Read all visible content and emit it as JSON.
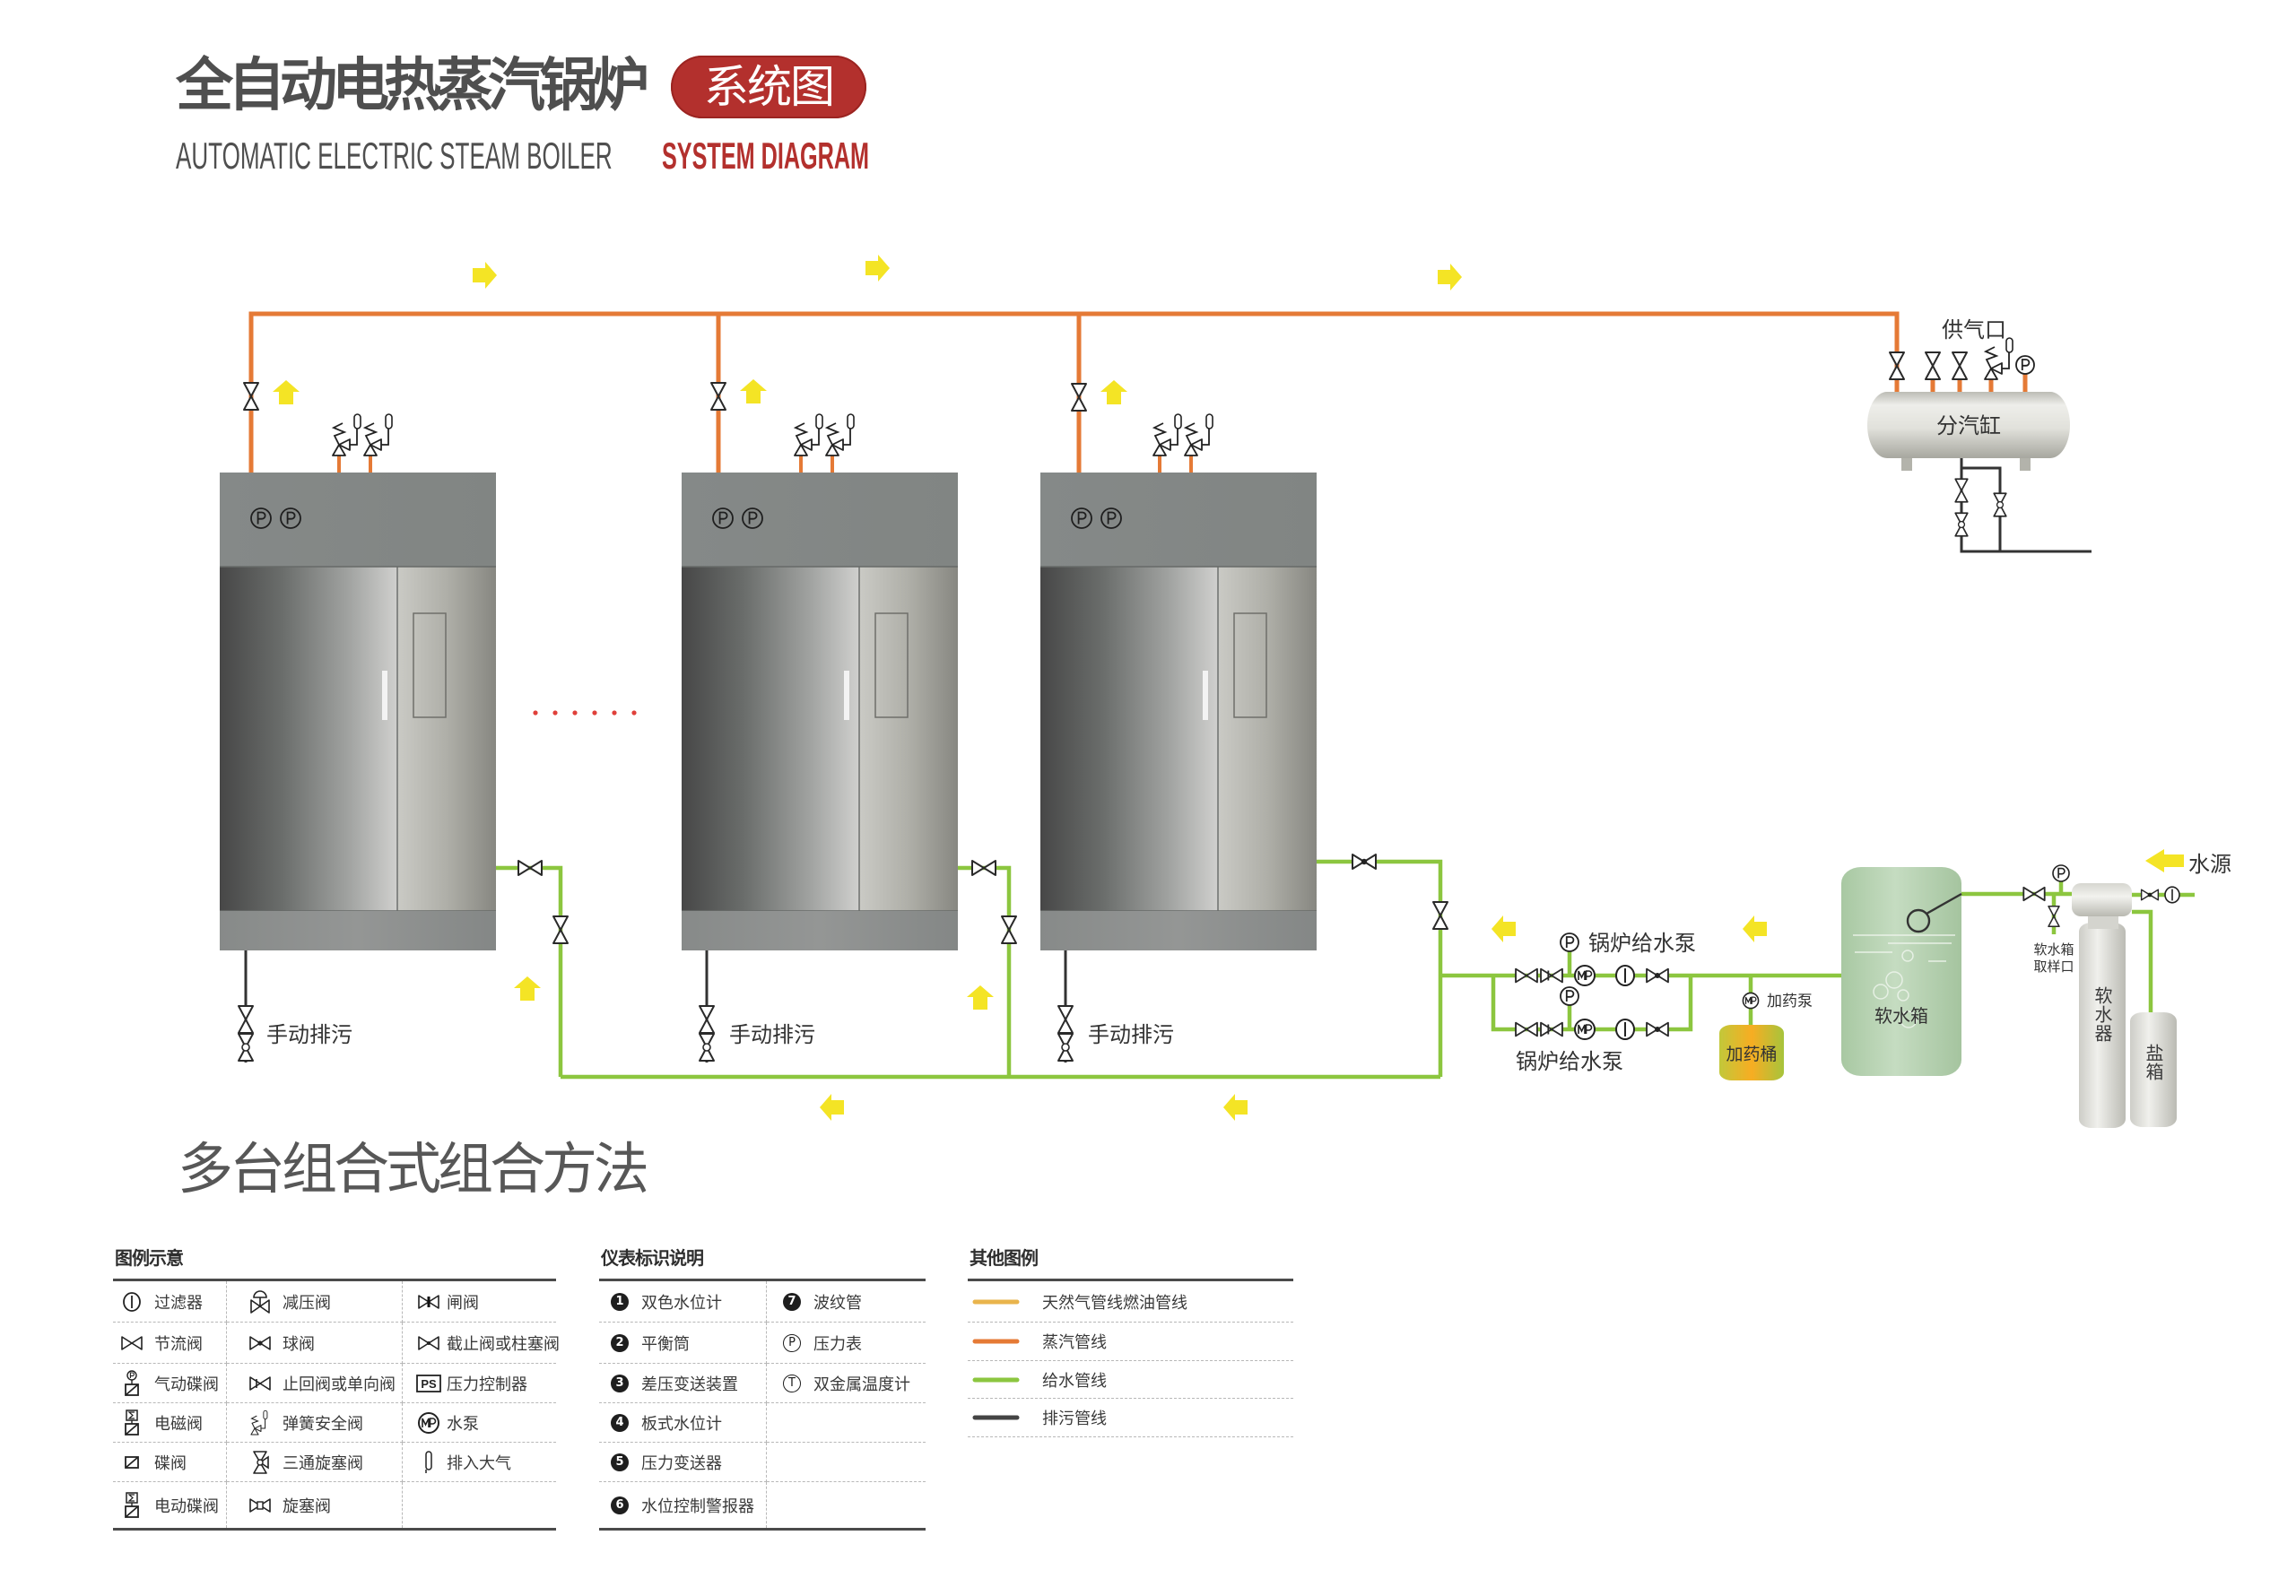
{
  "header": {
    "title": "全自动电热蒸汽锅炉",
    "badge": "系统图",
    "subtitle": "AUTOMATIC ELECTRIC STEAM BOILER",
    "subtitle_highlight": "SYSTEM DIAGRAM"
  },
  "colors": {
    "accent": "#b3302d",
    "steam_pipe": "#e57a36",
    "feed_water_pipe": "#8cc63f",
    "drain_pipe": "#333333",
    "flow_arrow": "#f4e425",
    "ellipsis_dots": "#e0403a"
  },
  "diagram": {
    "boilers": [
      {
        "drain_label": "手动排污"
      },
      {
        "drain_label": "手动排污"
      },
      {
        "drain_label": "手动排污"
      }
    ],
    "steam_header": {
      "label": "分汽缸",
      "supply_outlet_label": "供气口"
    },
    "feed_pumps": [
      "锅炉给水泵",
      "锅炉给水泵"
    ],
    "dosing_pump_label": "加药泵",
    "dosing_tank_label": "加药桶",
    "soft_water_tank_label": "软水箱",
    "sampling_port_label": [
      "软水箱",
      "取样口"
    ],
    "softener_label": "软水器",
    "brine_tank_label": "盐箱",
    "water_source_label": "水源"
  },
  "section_title": "多台组合式组合方法",
  "legend_symbols": {
    "title": "图例示意",
    "rows": [
      [
        {
          "icon": "filter-icon",
          "label": "过滤器"
        },
        {
          "icon": "pressure-reducing-valve-icon",
          "label": "减压阀"
        },
        {
          "icon": "gate-valve-icon",
          "label": "闸阀"
        }
      ],
      [
        {
          "icon": "throttle-valve-icon",
          "label": "节流阀"
        },
        {
          "icon": "ball-valve-icon",
          "label": "球阀"
        },
        {
          "icon": "globe-valve-icon",
          "label": "截止阀或柱塞阀"
        }
      ],
      [
        {
          "icon": "pneumatic-butterfly-valve-icon",
          "label": "气动碟阀"
        },
        {
          "icon": "check-valve-icon",
          "label": "止回阀或单向阀"
        },
        {
          "icon": "pressure-controller-icon",
          "label": "压力控制器",
          "glyph": "PS"
        }
      ],
      [
        {
          "icon": "solenoid-valve-icon",
          "label": "电磁阀"
        },
        {
          "icon": "spring-safety-valve-icon",
          "label": "弹簧安全阀"
        },
        {
          "icon": "water-pump-icon",
          "label": "水泵"
        }
      ],
      [
        {
          "icon": "butterfly-valve-icon",
          "label": "碟阀"
        },
        {
          "icon": "three-way-plug-valve-icon",
          "label": "三通旋塞阀"
        },
        {
          "icon": "vent-to-atmosphere-icon",
          "label": "排入大气"
        }
      ],
      [
        {
          "icon": "electric-butterfly-valve-icon",
          "label": "电动碟阀"
        },
        {
          "icon": "plug-valve-icon",
          "label": "旋塞阀"
        }
      ]
    ]
  },
  "legend_instruments": {
    "title": "仪表标识说明",
    "rows": [
      [
        {
          "marker": "1",
          "marker_style": "filled",
          "label": "双色水位计"
        },
        {
          "marker": "7",
          "marker_style": "filled",
          "label": "波纹管"
        }
      ],
      [
        {
          "marker": "2",
          "marker_style": "filled",
          "label": "平衡筒"
        },
        {
          "marker": "P",
          "marker_style": "circled",
          "label": "压力表"
        }
      ],
      [
        {
          "marker": "3",
          "marker_style": "filled",
          "label": "差压变送装置"
        },
        {
          "marker": "T",
          "marker_style": "circled",
          "label": "双金属温度计"
        }
      ],
      [
        {
          "marker": "4",
          "marker_style": "filled",
          "label": "板式水位计"
        }
      ],
      [
        {
          "marker": "5",
          "marker_style": "filled",
          "label": "压力变送器"
        }
      ],
      [
        {
          "marker": "6",
          "marker_style": "filled",
          "label": "水位控制警报器"
        }
      ]
    ]
  },
  "legend_lines": {
    "title": "其他图例",
    "items": [
      {
        "label": "天然气管线燃油管线",
        "color": "#e9b44c"
      },
      {
        "label": "蒸汽管线",
        "color": "#e57a36"
      },
      {
        "label": "给水管线",
        "color": "#8cc63f"
      },
      {
        "label": "排污管线",
        "color": "#444444"
      }
    ]
  }
}
